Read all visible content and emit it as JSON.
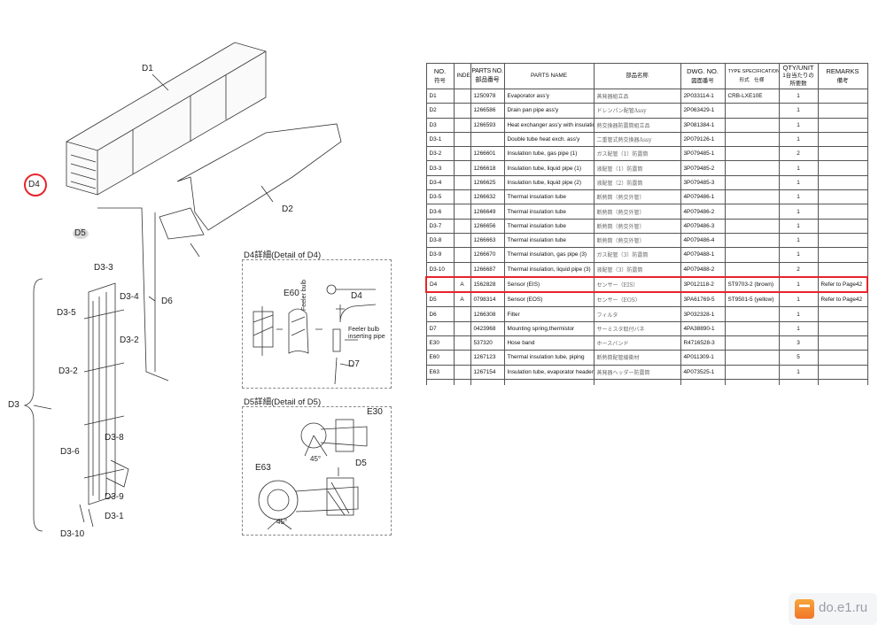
{
  "diagram": {
    "labels": {
      "d1": "D1",
      "d4": "D4",
      "d5": "D5",
      "d2": "D2",
      "d3_3": "D3-3",
      "d3_4": "D3-4",
      "d6": "D6",
      "d3_5": "D3-5",
      "d3_2a": "D3-2",
      "d3_2b": "D3-2",
      "d3": "D3",
      "d3_6": "D3-6",
      "d3_8": "D3-8",
      "d3_9": "D3-9",
      "d3_1": "D3-1",
      "d3_10": "D3-10"
    },
    "detail_d4": {
      "title": "D4詳細(Detail of D4)",
      "e60": "E60",
      "d4": "D4",
      "feeler_bulb": "Feeler bulb",
      "inserting_1": "Feeler bulb",
      "inserting_2": "inserting pipe",
      "d7": "D7"
    },
    "detail_d5": {
      "title": "D5詳細(Detail of D5)",
      "e30": "E30",
      "d5": "D5",
      "e63": "E63",
      "angle1": "45°",
      "angle2": "45°"
    },
    "highlight_color": "#e8242c"
  },
  "table": {
    "headers": {
      "no": [
        "NO.",
        "符号"
      ],
      "index": "INDEX",
      "parts_no": [
        "PARTS NO.",
        "部品番号"
      ],
      "parts_name": "PARTS NAME",
      "jp_name": "部品名称",
      "dwg": [
        "DWG. NO.",
        "図面番号"
      ],
      "type": [
        "TYPE SPECIFICATION",
        "形式　仕様"
      ],
      "qty": [
        "QTY/UNIT",
        "1台当たりの",
        "所要数"
      ],
      "remarks": [
        "REMARKS",
        "備考"
      ]
    },
    "rows": [
      {
        "no": "D1",
        "index": "",
        "parts_no": "1250978",
        "name": "Evaporator ass'y",
        "jp": "蒸発器組立品",
        "dwg": "2P033114-1",
        "type": "CRB-LXE10E",
        "qty": "1",
        "remarks": ""
      },
      {
        "no": "D2",
        "index": "",
        "parts_no": "1266586",
        "name": "Drain pan pipe ass'y",
        "jp": "ドレンパン配管Assy",
        "dwg": "2P063429-1",
        "type": "",
        "qty": "1",
        "remarks": ""
      },
      {
        "no": "D3",
        "index": "",
        "parts_no": "1266593",
        "name": "Heat exchanger ass'y with insulation",
        "jp": "熱交換器防露筒組立品",
        "dwg": "3P081384-1",
        "type": "",
        "qty": "1",
        "remarks": ""
      },
      {
        "no": "D3-1",
        "index": "",
        "parts_no": "",
        "name": "Double tube heat exch. ass'y",
        "jp": "二重管式熱交換器Assy",
        "dwg": "2P079126-1",
        "type": "",
        "qty": "1",
        "remarks": ""
      },
      {
        "no": "D3-2",
        "index": "",
        "parts_no": "1266601",
        "name": "Insulation tube, gas pipe (1)",
        "jp": "ガス配管（1）防露筒",
        "dwg": "3P079485-1",
        "type": "",
        "qty": "2",
        "remarks": ""
      },
      {
        "no": "D3-3",
        "index": "",
        "parts_no": "1266618",
        "name": "Insulation tube, liquid pipe (1)",
        "jp": "液配管（1）防露筒",
        "dwg": "3P079485-2",
        "type": "",
        "qty": "1",
        "remarks": ""
      },
      {
        "no": "D3-4",
        "index": "",
        "parts_no": "1266625",
        "name": "Insulation tube, liquid pipe (2)",
        "jp": "液配管（2）防露筒",
        "dwg": "3P079485-3",
        "type": "",
        "qty": "1",
        "remarks": ""
      },
      {
        "no": "D3-5",
        "index": "",
        "parts_no": "1266632",
        "name": "Thermal insulation tube",
        "jp": "断熱筒（熱交外管）",
        "dwg": "4P079486-1",
        "type": "",
        "qty": "1",
        "remarks": ""
      },
      {
        "no": "D3-6",
        "index": "",
        "parts_no": "1266649",
        "name": "Thermal insulation tube",
        "jp": "断熱筒（熱交外管）",
        "dwg": "4P079486-2",
        "type": "",
        "qty": "1",
        "remarks": ""
      },
      {
        "no": "D3-7",
        "index": "",
        "parts_no": "1266656",
        "name": "Thermal insulation tube",
        "jp": "断熱筒（熱交外管）",
        "dwg": "4P079486-3",
        "type": "",
        "qty": "1",
        "remarks": ""
      },
      {
        "no": "D3-8",
        "index": "",
        "parts_no": "1266663",
        "name": "Thermal insulation tube",
        "jp": "断熱筒（熱交外管）",
        "dwg": "4P079486-4",
        "type": "",
        "qty": "1",
        "remarks": ""
      },
      {
        "no": "D3-9",
        "index": "",
        "parts_no": "1266670",
        "name": "Thermal insulation, gas pipe (3)",
        "jp": "ガス配管（3）防露筒",
        "dwg": "4P079488-1",
        "type": "",
        "qty": "1",
        "remarks": ""
      },
      {
        "no": "D3-10",
        "index": "",
        "parts_no": "1266687",
        "name": "Thermal insulation, liquid pipe (3)",
        "jp": "液配管（3）防露筒",
        "dwg": "4P079488-2",
        "type": "",
        "qty": "2",
        "remarks": ""
      },
      {
        "no": "D4",
        "index": "A",
        "parts_no": "1562828",
        "name": "Sensor (EIS)",
        "jp": "センサー（EIS）",
        "dwg": "3P012118-2",
        "type": "ST9703-2 (brown)",
        "qty": "1",
        "remarks": "Refer to Page42"
      },
      {
        "no": "D5",
        "index": "A",
        "parts_no": "0798314",
        "name": "Sensor (EOS)",
        "jp": "センサー（EOS）",
        "dwg": "3PA61769-5",
        "type": "ST9501-5 (yellow)",
        "qty": "1",
        "remarks": "Refer to Page42"
      },
      {
        "no": "D6",
        "index": "",
        "parts_no": "1266308",
        "name": "Filter",
        "jp": "フィルタ",
        "dwg": "3P032328-1",
        "type": "",
        "qty": "1",
        "remarks": ""
      },
      {
        "no": "D7",
        "index": "",
        "parts_no": "0423968",
        "name": "Mounting spring,thermistor",
        "jp": "サーミスタ取付バネ",
        "dwg": "4PA38890-1",
        "type": "",
        "qty": "1",
        "remarks": ""
      },
      {
        "no": "E30",
        "index": "",
        "parts_no": "537320",
        "name": "Hose band",
        "jp": "ホースバンド",
        "dwg": "R4716528-3",
        "type": "",
        "qty": "3",
        "remarks": ""
      },
      {
        "no": "E60",
        "index": "",
        "parts_no": "1267123",
        "name": "Thermal insulation tube, piping",
        "jp": "断熱筒配管緩衝材",
        "dwg": "4P011309-1",
        "type": "",
        "qty": "5",
        "remarks": ""
      },
      {
        "no": "E63",
        "index": "",
        "parts_no": "1267154",
        "name": "Insulation tube, evaporator header",
        "jp": "蒸発器ヘッダー防露筒",
        "dwg": "4P073525-1",
        "type": "",
        "qty": "1",
        "remarks": ""
      }
    ],
    "highlighted_row": "D4"
  },
  "watermark": {
    "text": "do.e1.ru"
  }
}
